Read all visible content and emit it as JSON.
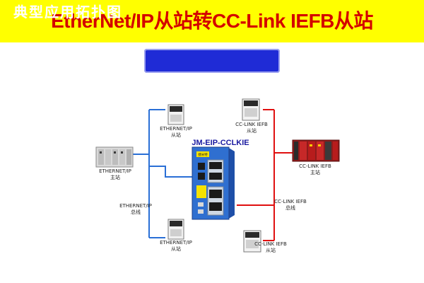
{
  "header": {
    "title": "EtherNet/IP从站转CC-Link IEFB从站",
    "subtitle": "典型应用拓扑图"
  },
  "gateway": {
    "model": "JM-EIP-CCLKIE",
    "brand": "捷米特"
  },
  "nodes": {
    "eip_master": {
      "line1": "ETHERNET/IP",
      "line2": "主站"
    },
    "eip_slave_top": {
      "line1": "ETHERNET/IP",
      "line2": "从站"
    },
    "eip_slave_bottom": {
      "line1": "ETHERNET/IP",
      "line2": "从站"
    },
    "eip_bus": {
      "line1": "ETHERNET/IP",
      "line2": "总线"
    },
    "cc_slave_top": {
      "line1": "CC-LINK IEFB",
      "line2": "从站"
    },
    "cc_master": {
      "line1": "CC-LINK IEFB",
      "line2": "主站"
    },
    "cc_bus": {
      "line1": "CC-LINK IEFB",
      "line2": "总线"
    },
    "cc_slave_bottom": {
      "line1": "CC-LINK IEFB",
      "line2": "从站"
    }
  },
  "colors": {
    "ethernet_line": "#2a6fd6",
    "cclink_line": "#e01010",
    "banner": "#ffff00",
    "title": "#d40000",
    "subtitle_bg": "#1f2bd6"
  }
}
